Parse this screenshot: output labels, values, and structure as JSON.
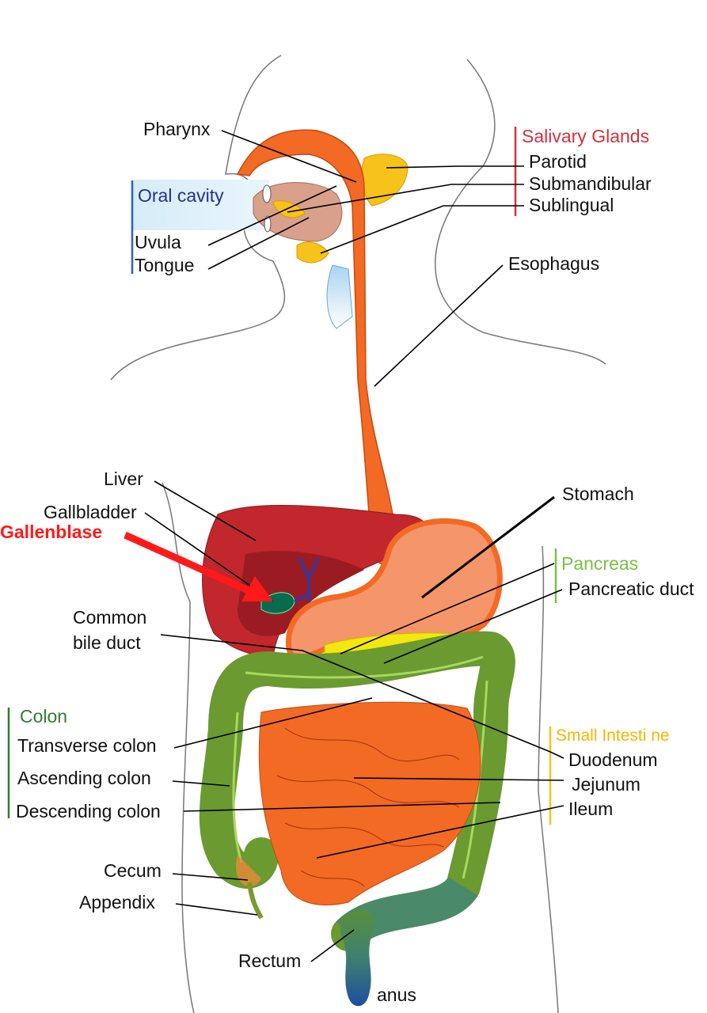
{
  "title_groups": {
    "salivary_glands": "Salivary Glands",
    "oral_cavity": "Oral cavity",
    "pancreas": "Pancreas",
    "colon": "Colon",
    "small_intestine": "Small Intesti ne"
  },
  "labels": {
    "pharynx": "Pharynx",
    "parotid": "Parotid",
    "submandibular": "Submandibular",
    "sublingual": "Sublingual",
    "uvula": "Uvula",
    "tongue": "Tongue",
    "esophagus": "Esophagus",
    "liver": "Liver",
    "gallbladder": "Gallbladder",
    "gallenblase": "Gallenblase",
    "stomach": "Stomach",
    "pancreatic_duct": "Pancreatic duct",
    "common": "Common",
    "bile_duct": "bile duct",
    "transverse_colon": "Transverse colon",
    "ascending_colon": "Ascending colon",
    "descending_colon": "Descending colon",
    "duodenum": "Duodenum",
    "jejunum": "Jejunum",
    "ileum": "Ileum",
    "cecum": "Cecum",
    "appendix": "Appendix",
    "rectum": "Rectum",
    "anus": "anus"
  },
  "colors": {
    "salivary": "#d6313a",
    "oral": "#2b2f8e",
    "pancreas": "#7ac143",
    "colon": "#2e7d32",
    "small_intestine": "#f7b500",
    "annotation": "#ff1a1a"
  }
}
